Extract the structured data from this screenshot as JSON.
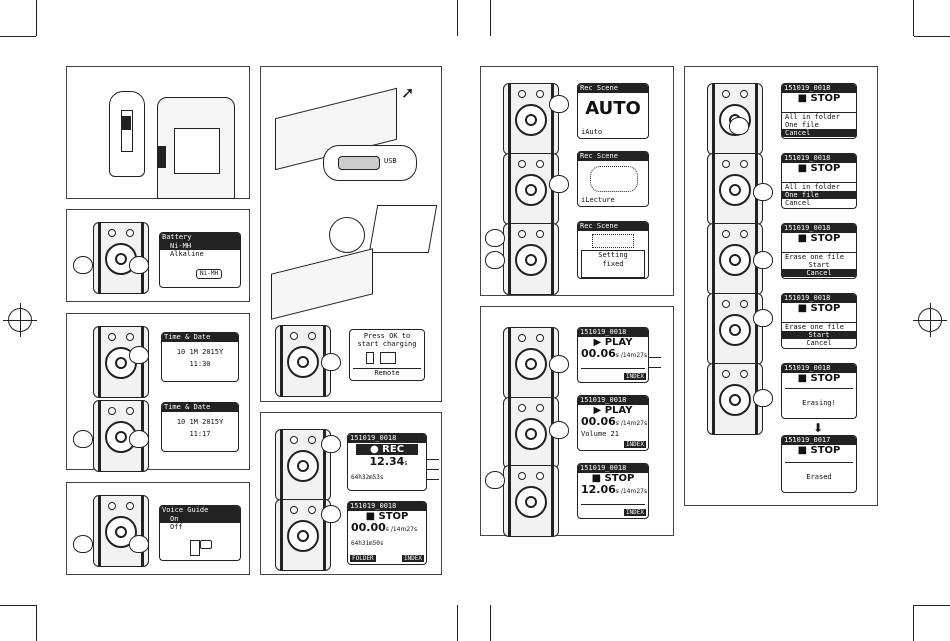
{
  "screens": {
    "battery": {
      "title": "Battery",
      "opt1": "Ni-MH",
      "opt2": "Alkaline",
      "badge": "Ni-MH"
    },
    "datetime1": {
      "title": "Time & Date",
      "date": "10  1M 2015Y",
      "time": "11:30"
    },
    "datetime2": {
      "title": "Time & Date",
      "date": "10  1M 2015Y",
      "time": "11:17"
    },
    "voiceguide": {
      "title": "Voice Guide",
      "opt1": "On",
      "opt2": "Off"
    },
    "charging": {
      "line1": "Press OK to",
      "line2": "start charging",
      "button": "Remote"
    },
    "usb_label": "USB",
    "rec": {
      "file": "151019_0018",
      "status": "● REC",
      "time": "12.34",
      "tsuffix": "s",
      "remain": "64h32m53s"
    },
    "stop1": {
      "file": "151019_0018",
      "status": "■ STOP",
      "time": "00.00",
      "tsuffix": "s /14m27s",
      "remain": "64h31m50s",
      "f1": "FOLDER",
      "f2": "INDEX"
    },
    "scene_auto": {
      "title": "Rec Scene",
      "big": "AUTO",
      "label": "iAuto"
    },
    "scene_lecture": {
      "title": "Rec Scene",
      "label": "iLecture"
    },
    "scene_fixed": {
      "title": "Rec Scene",
      "l1": "Setting",
      "l2": "fixed"
    },
    "play1": {
      "file": "151019_0018",
      "status": "▶ PLAY",
      "time": "00.06",
      "tsuffix": "s /14m27s",
      "foot": "INDEX"
    },
    "play2": {
      "file": "151019_0018",
      "status": "▶ PLAY",
      "time": "00.06",
      "tsuffix": "s /14m27s",
      "volume": "Volume  21",
      "foot": "INDEX"
    },
    "stop2": {
      "file": "151019_0018",
      "status": "■ STOP",
      "time": "12.06",
      "tsuffix": "s /14m27s",
      "foot": "INDEX"
    },
    "erase1": {
      "file": "151019_0018",
      "status": "■ STOP",
      "o1": "All in folder",
      "o2": "One file",
      "o3": "Cancel"
    },
    "erase2": {
      "file": "151019_0018",
      "status": "■ STOP",
      "o1": "All in folder",
      "o2": "One file",
      "o3": "Cancel"
    },
    "erase3": {
      "file": "151019_0018",
      "status": "■ STOP",
      "o1": "Erase one file",
      "o2": "Start",
      "o3": "Cancel"
    },
    "erase4": {
      "file": "151019_0018",
      "status": "■ STOP",
      "o1": "Erase one file",
      "o2": "Start",
      "o3": "Cancel"
    },
    "erase5": {
      "file": "151019_0018",
      "status": "■ STOP",
      "msg": "Erasing!"
    },
    "erase6": {
      "file": "151019_0017",
      "status": "■ STOP",
      "msg": "Erased"
    }
  }
}
